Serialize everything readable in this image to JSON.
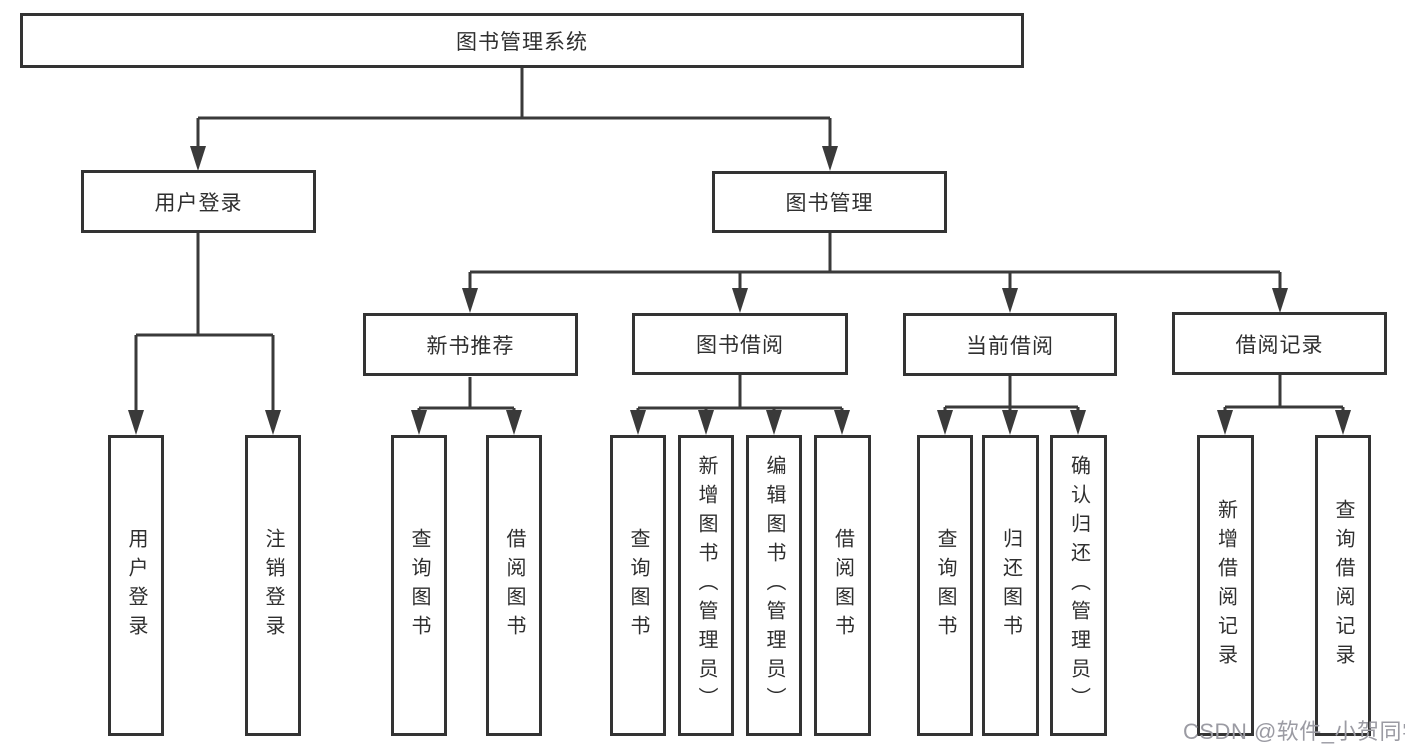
{
  "tree": {
    "root": {
      "label": "图书管理系统"
    },
    "branches": [
      {
        "label": "用户登录",
        "children": [
          {
            "label": "用户登录"
          },
          {
            "label": "注销登录"
          }
        ]
      },
      {
        "label": "图书管理",
        "children": [
          {
            "label": "新书推荐",
            "children": [
              {
                "label": "查询图书"
              },
              {
                "label": "借阅图书"
              }
            ]
          },
          {
            "label": "图书借阅",
            "children": [
              {
                "label": "查询图书"
              },
              {
                "label": "新增图书（管理员）"
              },
              {
                "label": "编辑图书（管理员）"
              },
              {
                "label": "借阅图书"
              }
            ]
          },
          {
            "label": "当前借阅",
            "children": [
              {
                "label": "查询图书"
              },
              {
                "label": "归还图书"
              },
              {
                "label": "确认归还（管理员）"
              }
            ]
          },
          {
            "label": "借阅记录",
            "children": [
              {
                "label": "新增借阅记录"
              },
              {
                "label": "查询借阅记录"
              }
            ]
          }
        ]
      }
    ]
  },
  "watermark": {
    "text": "CSDN @软件_小贺同学"
  },
  "colors": {
    "line": "#3a3a3a",
    "box_border": "#333333",
    "text": "#2f2f2f",
    "watermark": "#9b9ba3",
    "background": "#ffffff"
  }
}
